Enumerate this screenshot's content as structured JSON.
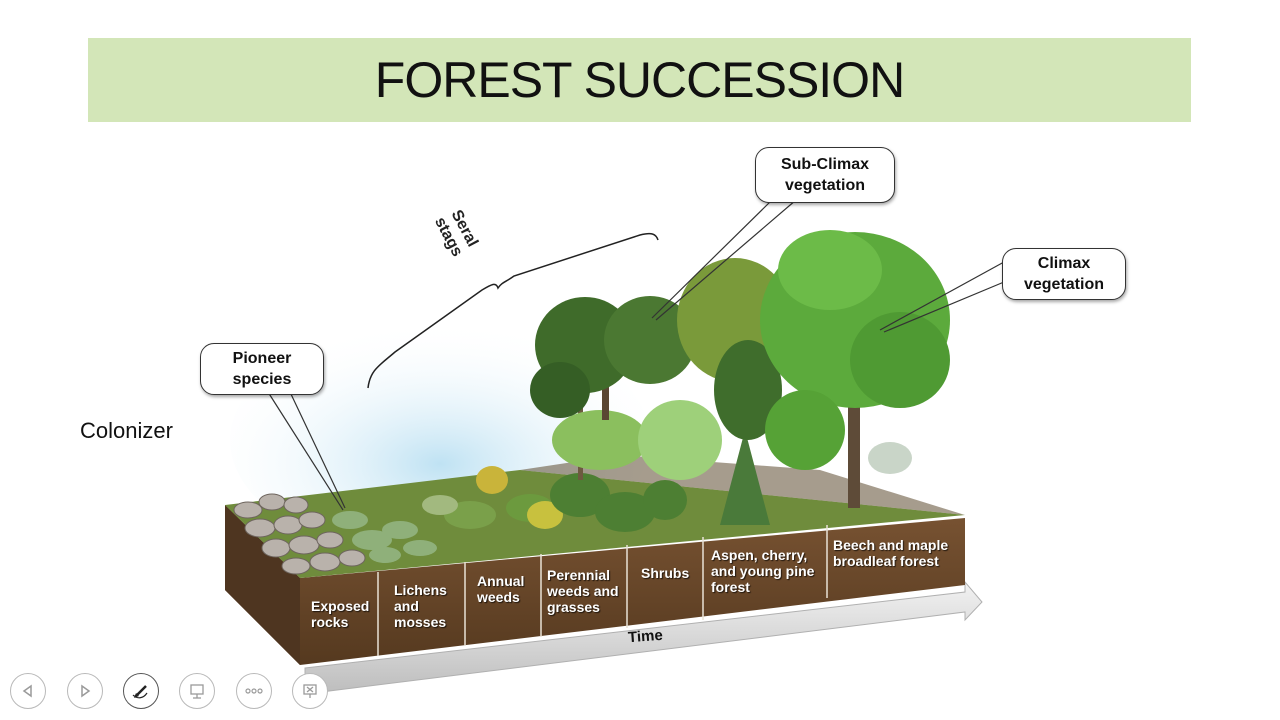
{
  "slide": {
    "title": "FOREST SUCCESSION",
    "side_label": "Colonizer"
  },
  "diagram": {
    "callouts": {
      "pioneer": [
        "Pioneer",
        "species"
      ],
      "sub_climax": [
        "Sub-Climax",
        "vegetation"
      ],
      "climax": [
        "Climax",
        "vegetation"
      ]
    },
    "seral_label": [
      "Seral",
      "stags"
    ],
    "stages": [
      [
        "Exposed",
        "rocks"
      ],
      [
        "Lichens",
        "and",
        "mosses"
      ],
      [
        "Annual",
        "weeds"
      ],
      [
        "Perennial",
        "weeds and",
        "grasses"
      ],
      [
        "Shrubs"
      ],
      [
        "Aspen, cherry,",
        "and young pine",
        "forest"
      ],
      [
        "Beech and maple",
        "broadleaf forest"
      ]
    ],
    "time_label": "Time",
    "colors": {
      "soil": "#6b4a2c",
      "soil_dark": "#4e3520",
      "grass": "#5f8a36",
      "sky_glow": "#cfe8f5",
      "tree_dark": "#3f6b2a",
      "tree_bright": "#5caa3c"
    }
  },
  "controls": {
    "buttons": [
      "previous-icon",
      "next-icon",
      "pen-icon",
      "slide-view-icon",
      "more-icon",
      "end-show-icon"
    ]
  }
}
